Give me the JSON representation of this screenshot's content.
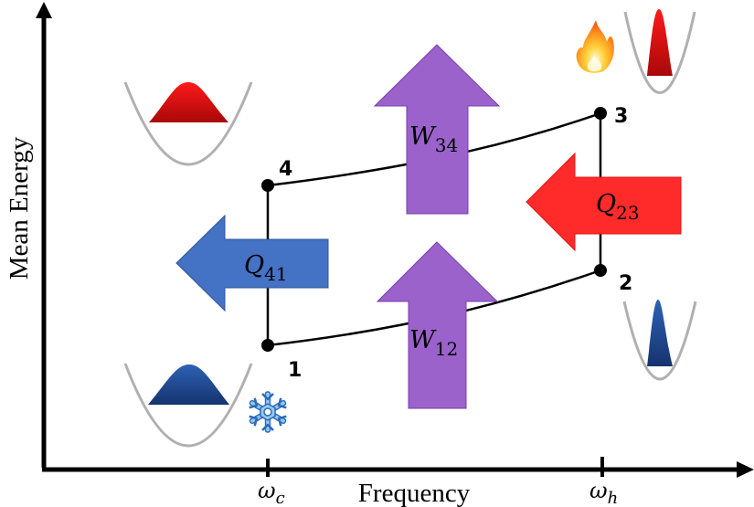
{
  "diagram": {
    "type": "quantum-otto-cycle",
    "axes": {
      "x_label": "Frequency",
      "y_label": "Mean Energy",
      "x_ticks": [
        {
          "symbol": "ω",
          "subscript": "c"
        },
        {
          "symbol": "ω",
          "subscript": "h"
        }
      ]
    },
    "states": [
      {
        "id": "1",
        "label": "1"
      },
      {
        "id": "2",
        "label": "2"
      },
      {
        "id": "3",
        "label": "3"
      },
      {
        "id": "4",
        "label": "4"
      }
    ],
    "arrows": [
      {
        "id": "W12",
        "symbol": "W",
        "subscript": "12",
        "direction": "up",
        "color": "#9b62cc"
      },
      {
        "id": "W34",
        "symbol": "W",
        "subscript": "34",
        "direction": "up",
        "color": "#9b62cc"
      },
      {
        "id": "Q23",
        "symbol": "Q",
        "subscript": "23",
        "direction": "left",
        "color": "#ff2b2b"
      },
      {
        "id": "Q41",
        "symbol": "Q",
        "subscript": "41",
        "direction": "left",
        "color": "#4472c4"
      }
    ],
    "potential_wells": [
      {
        "id": "cold-high",
        "state_color": "#e01010",
        "description": "wide red distribution"
      },
      {
        "id": "hot-high",
        "state_color": "#e01010",
        "description": "narrow red distribution"
      },
      {
        "id": "hot-low",
        "state_color": "#1f4e9a",
        "description": "narrow blue distribution"
      },
      {
        "id": "cold-low",
        "state_color": "#1f4e9a",
        "description": "wide blue distribution"
      }
    ],
    "icons": {
      "hot_bath": "fire-icon",
      "cold_bath": "snowflake-icon"
    },
    "colors": {
      "hot": "#ff2b2b",
      "cold": "#4472c4",
      "work": "#9b62cc",
      "well": "#b0b0b0"
    }
  }
}
